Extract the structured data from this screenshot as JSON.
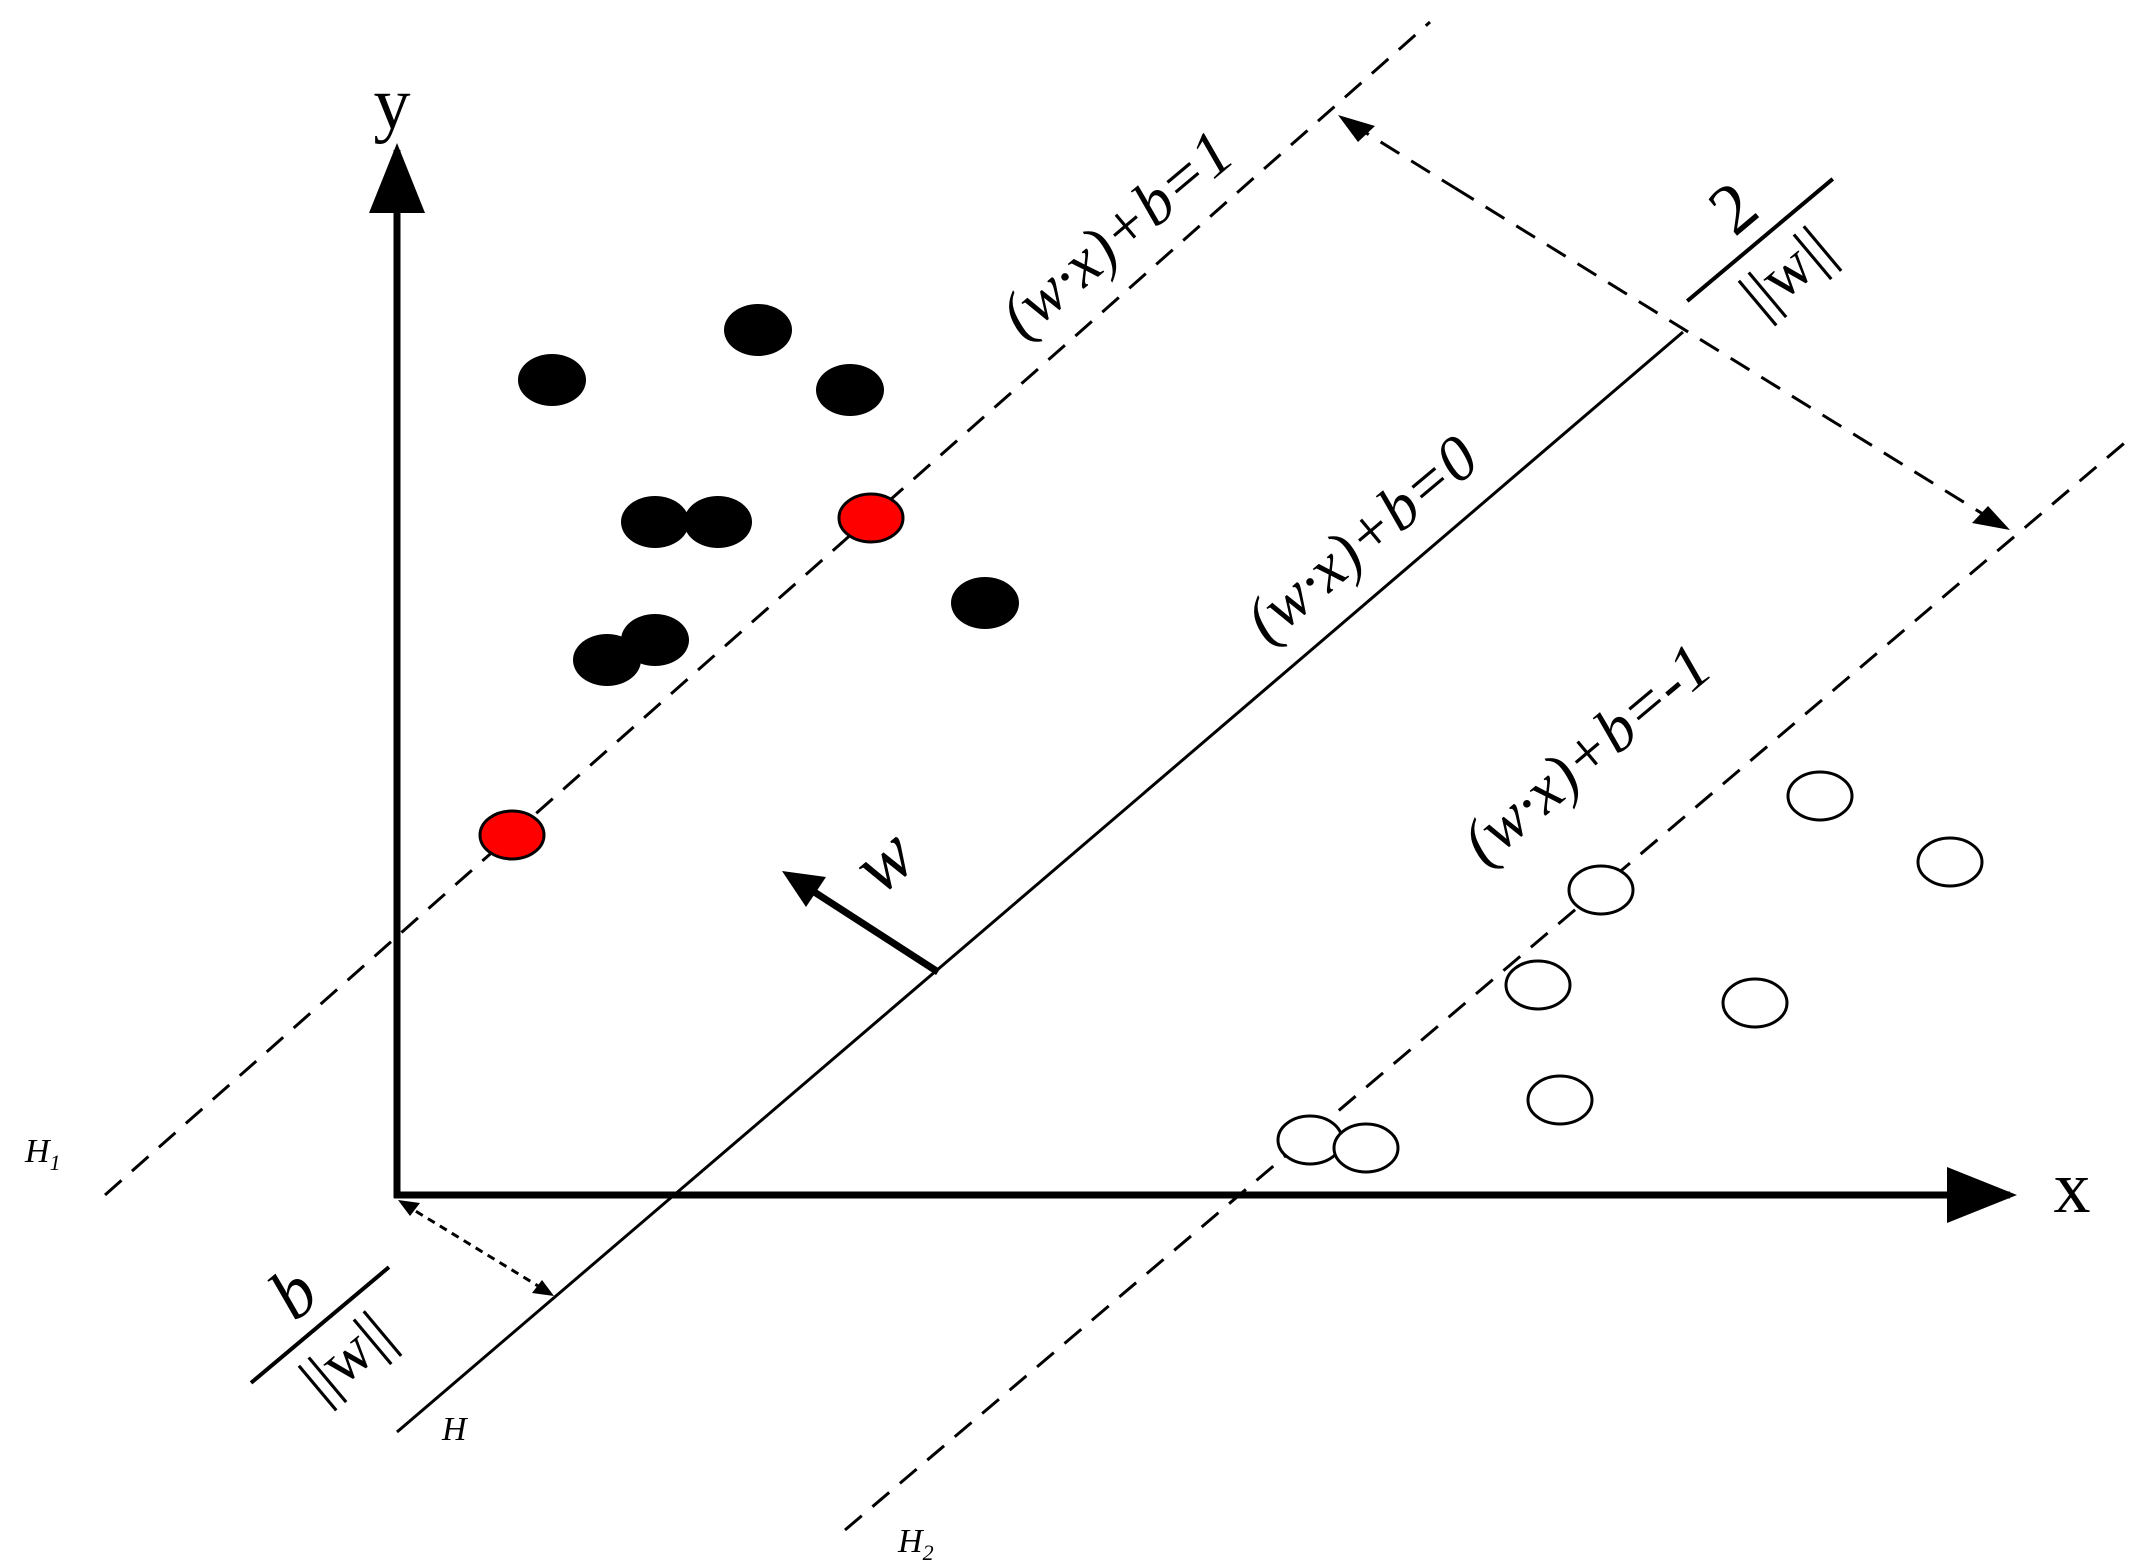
{
  "axes": {
    "x_label": "x",
    "y_label": "y"
  },
  "hyperplanes": {
    "upper": {
      "equation": "(w·x)+b=1",
      "name": "H",
      "index": "1"
    },
    "middle": {
      "equation": "(w·x)+b=0",
      "name": "H"
    },
    "lower": {
      "equation": "(w·x)+b=-1",
      "name": "H",
      "index": "2"
    }
  },
  "normal_vector": {
    "label": "w"
  },
  "margin": {
    "numerator": "2",
    "denominator": "||w||"
  },
  "offset": {
    "numerator": "b",
    "denominator": "||w||"
  },
  "colors": {
    "ink": "#000000",
    "support_vector_fill": "#ff0000",
    "positive_fill": "#000000",
    "negative_fill": "#ffffff"
  }
}
